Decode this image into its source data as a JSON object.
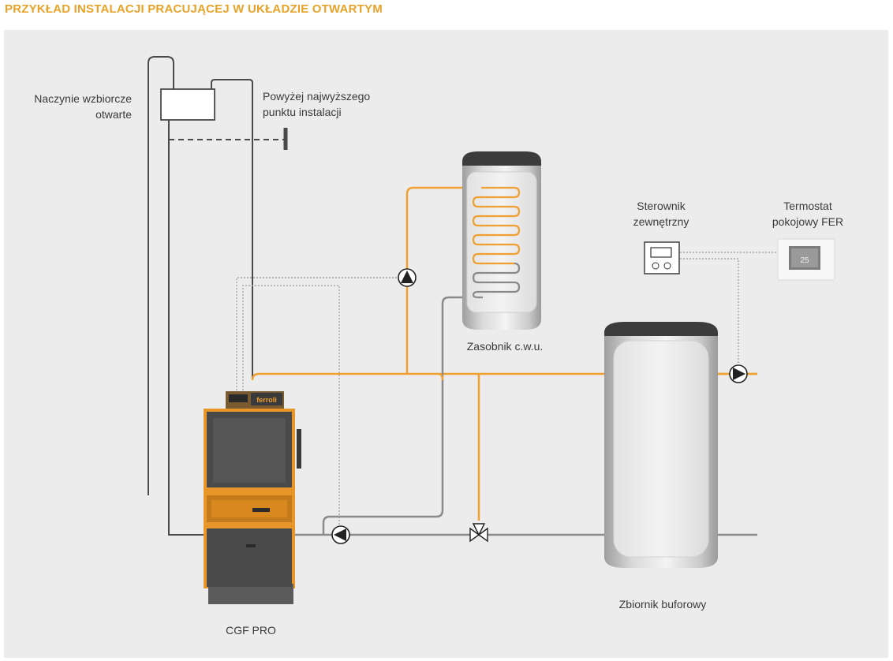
{
  "title": "PRZYKŁAD INSTALACJI PRACUJĄCEJ W UKŁADZIE OTWARTYM",
  "labels": {
    "expansion_vessel_line1": "Naczynie wzbiorcze",
    "expansion_vessel_line2": "otwarte",
    "above_highest_line1": "Powyżej najwyższego",
    "above_highest_line2": "punktu instalacji",
    "dhw_tank": "Zasobnik c.w.u.",
    "controller_line1": "Sterownik",
    "controller_line2": "zewnętrzny",
    "thermostat_line1": "Termostat",
    "thermostat_line2": "pokojowy FER",
    "buffer_tank": "Zbiornik buforowy",
    "boiler": "CGF PRO",
    "boiler_brand": "ferroli",
    "thermostat_display": "25"
  },
  "colors": {
    "supply_pipe": "#f0a030",
    "return_pipe": "#8a8a8a",
    "boiler_body": "#e8962a",
    "title": "#e8a227",
    "background": "#ececec"
  },
  "icons": [
    "pump-icon",
    "three-way-valve-icon"
  ]
}
